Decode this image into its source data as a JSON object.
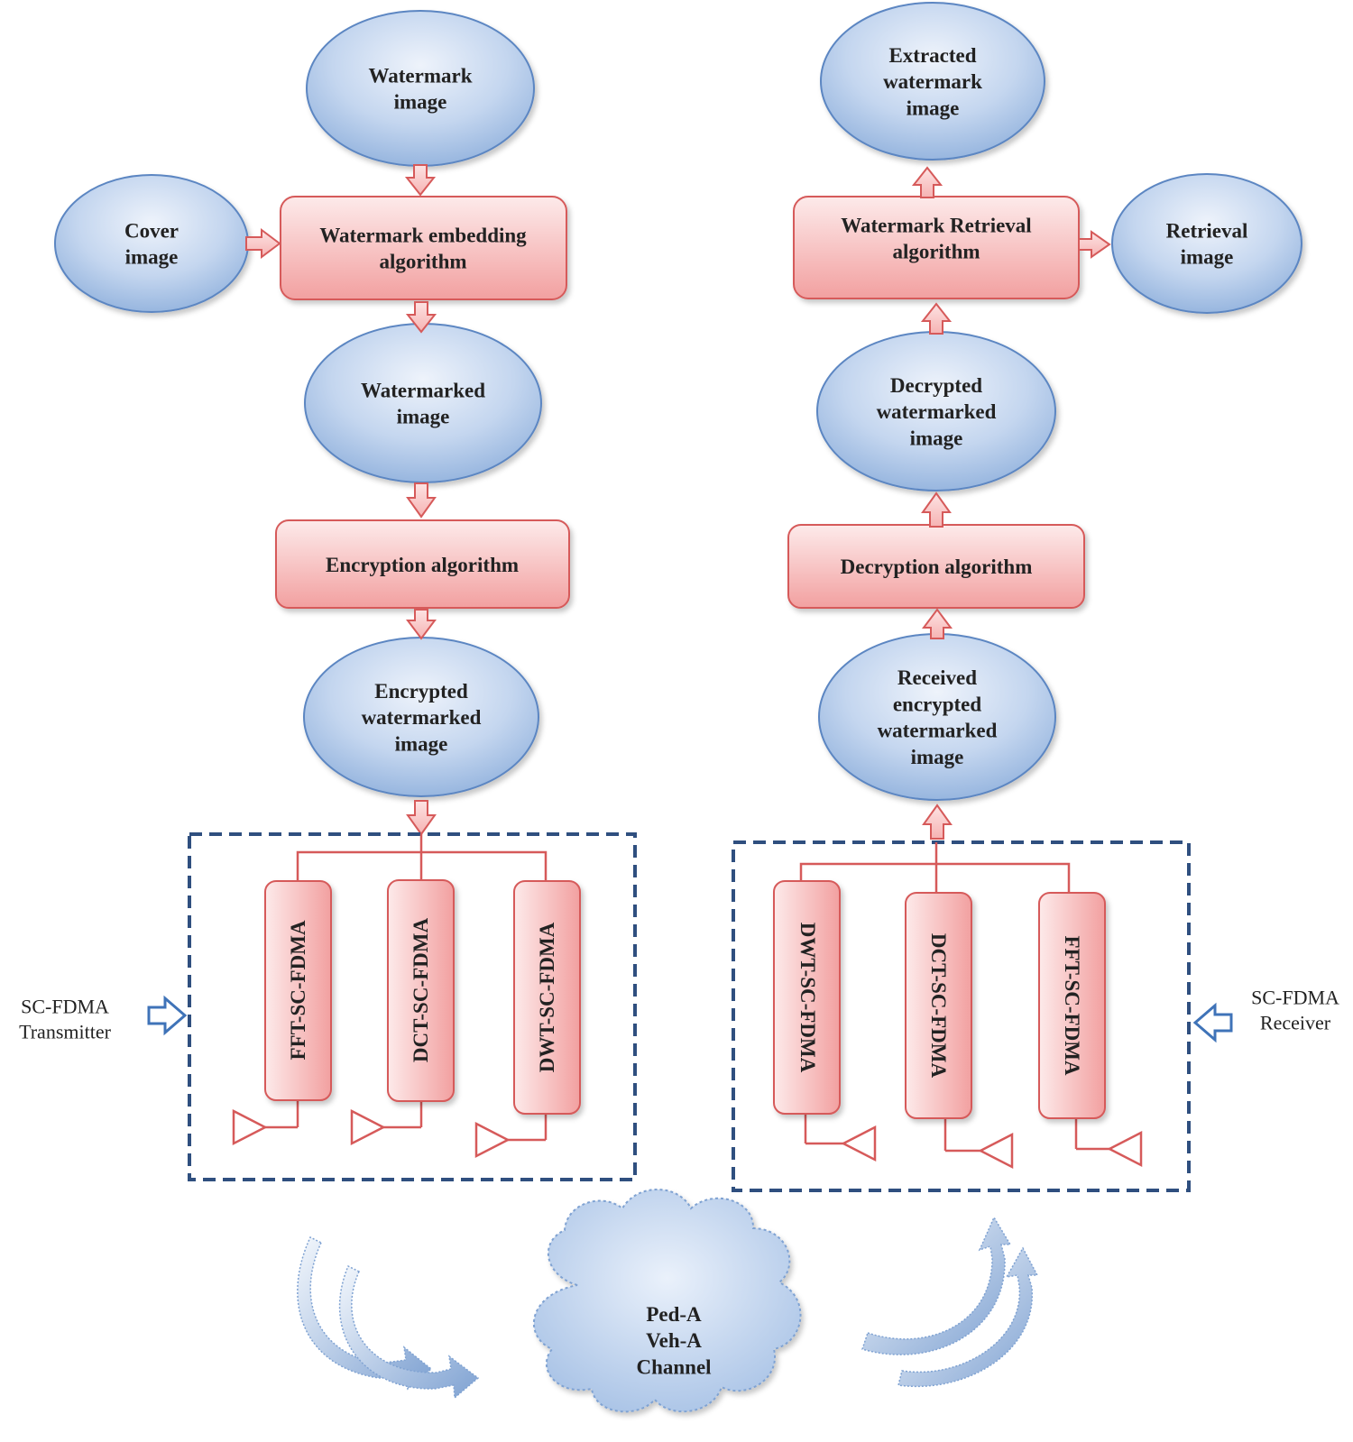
{
  "transmitter": {
    "watermark_image": [
      "Watermark",
      "image"
    ],
    "cover_image": [
      "Cover",
      "image"
    ],
    "embedding": [
      "Watermark embedding",
      "algorithm"
    ],
    "watermarked_image": [
      "Watermarked",
      "image"
    ],
    "encryption": [
      "Encryption algorithm"
    ],
    "encrypted_image": [
      "Encrypted",
      "watermarked",
      "image"
    ],
    "branches": [
      "FFT-SC-FDMA",
      "DCT-SC-FDMA",
      "DWT-SC-FDMA"
    ],
    "side_label": [
      "SC-FDMA",
      "Transmitter"
    ]
  },
  "receiver": {
    "extracted_image": [
      "Extracted",
      "watermark",
      "image"
    ],
    "retrieval": [
      "Watermark Retrieval",
      "algorithm"
    ],
    "retrieval_image": [
      "Retrieval",
      "image"
    ],
    "decrypted_image": [
      "Decrypted",
      "watermarked",
      "image"
    ],
    "decryption": [
      "Decryption algorithm"
    ],
    "received_image": [
      "Received",
      "encrypted",
      "watermarked",
      "image"
    ],
    "branches": [
      "DWT-SC-FDMA",
      "DCT-SC-FDMA",
      "FFT-SC-FDMA"
    ],
    "side_label": [
      "SC-FDMA",
      "Receiver"
    ]
  },
  "channel": [
    "Ped-A",
    "Veh-A",
    "Channel"
  ],
  "colors": {
    "ellipse_fill_light": "#dbe6f5",
    "ellipse_fill_dark": "#9cb9e0",
    "ellipse_stroke": "#5b86c2",
    "box_fill_light": "#fde6e6",
    "box_fill_dark": "#f4a6a6",
    "box_stroke": "#d65a5a",
    "dash_stroke": "#2f4f7f",
    "hollow_arrow": "#3f73b8"
  }
}
